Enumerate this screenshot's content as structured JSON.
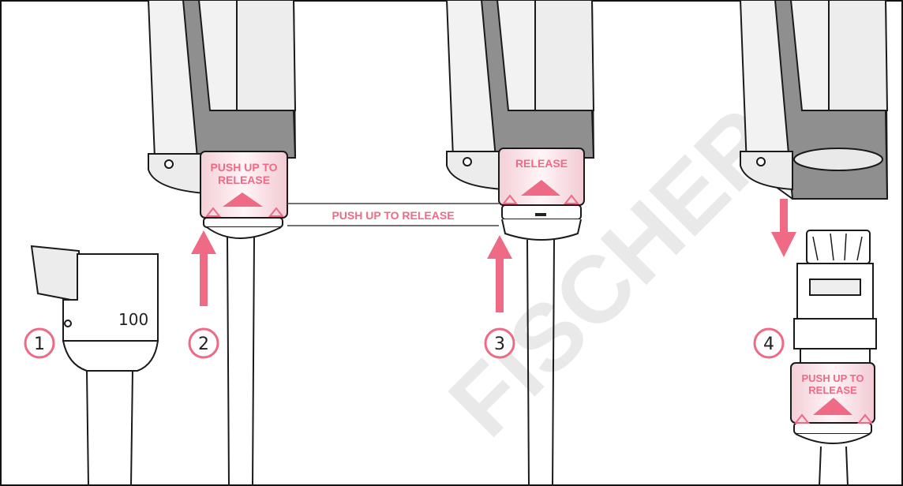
{
  "steps": [
    "1",
    "2",
    "3",
    "4"
  ],
  "tip_volume_label": "100",
  "callout_label": "PUSH UP TO RELEASE",
  "collar_label_line1": "PUSH UP TO",
  "collar_label_line2": "RELEASE",
  "watermark": "FISCHER S",
  "colors": {
    "accent": "#ee6a85",
    "line": "#1a1a1a",
    "body_gray": "#9a9a9a",
    "body_light": "#e9e9e9",
    "collar": "#f6dde3"
  },
  "icons": [
    "arrow-up-icon",
    "arrow-down-icon"
  ]
}
